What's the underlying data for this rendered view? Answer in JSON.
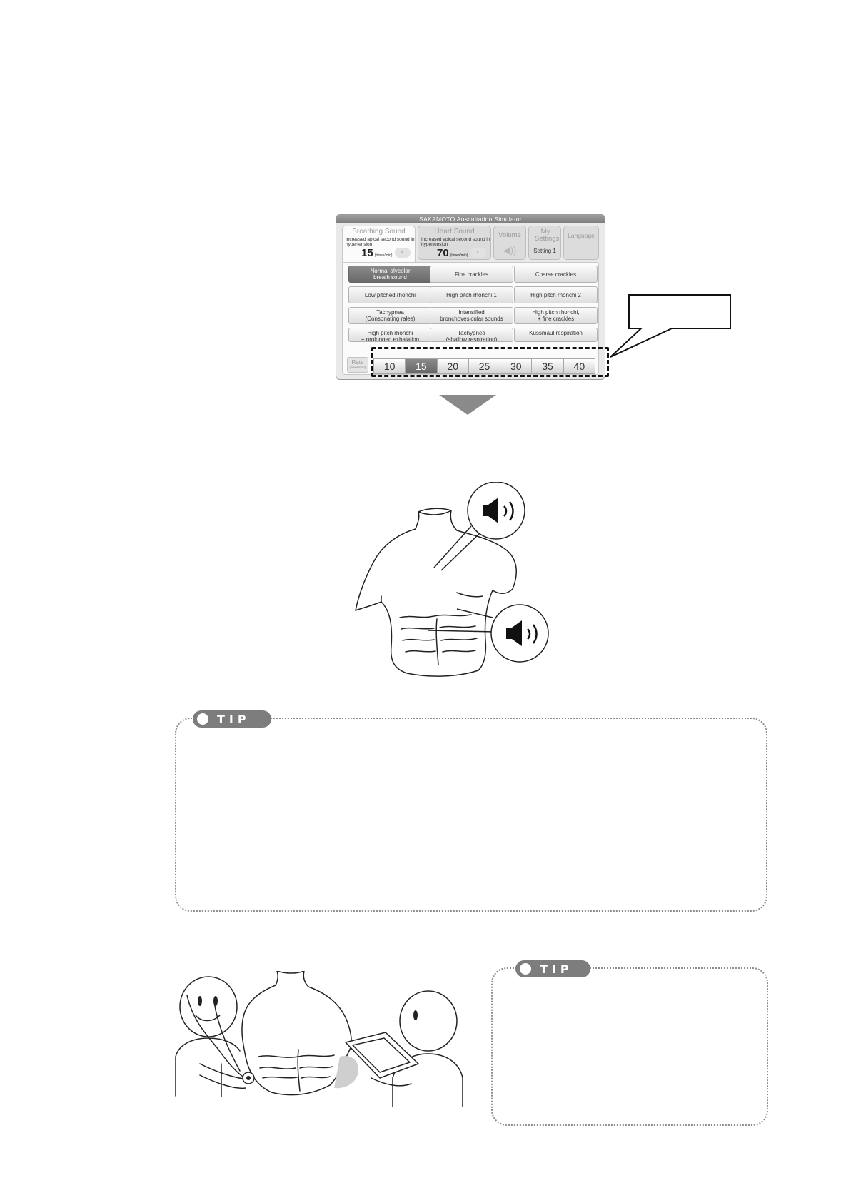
{
  "app": {
    "title": "SAKAMOTO  Auscultation Simulator",
    "tabs": {
      "breathing": {
        "name": "Breathing Sound",
        "subtitle": "Increased apical second sound in hypertension",
        "rate": "15",
        "rate_unit": "(times/min)"
      },
      "heart": {
        "name": "Heart Sound",
        "subtitle": "Increased apical second sound in hypertension",
        "rate": "70",
        "rate_unit": "(times/min)"
      },
      "volume": {
        "name": "Volume"
      },
      "settings": {
        "name": "My Settings",
        "value": "Setting 1"
      },
      "language": {
        "name": "Language"
      }
    },
    "sounds": [
      "Normal alveolar\nbreath sound",
      "Fine crackles",
      "Coarse crackles",
      "Low pitched rhonchi",
      "High pitch rhonchi 1",
      "High pitch rhonchi 2",
      "Tachypnea\n(Consonating rales)",
      "Intensified\nbronchovesicular sounds",
      "High pitch rhonchi,\n+ fine crackles",
      "High pitch rhonchi\n+ prolonged exhalation",
      "Tachypnea\n(shallow respiration)",
      "Kussmaul respiration"
    ],
    "selected_sound": 0,
    "rate_label": "Rate",
    "rate_label_unit": "(times/min)",
    "rates": [
      "10",
      "15",
      "20",
      "25",
      "30",
      "35",
      "40"
    ],
    "selected_rate": "15"
  },
  "tips": {
    "main": {
      "label": "TIP"
    },
    "side": {
      "label": "TIP"
    }
  },
  "colors": {
    "selected_button": "#777777",
    "tip_badge": "#7d7d7d",
    "dotted_border": "#8c8c8c"
  }
}
